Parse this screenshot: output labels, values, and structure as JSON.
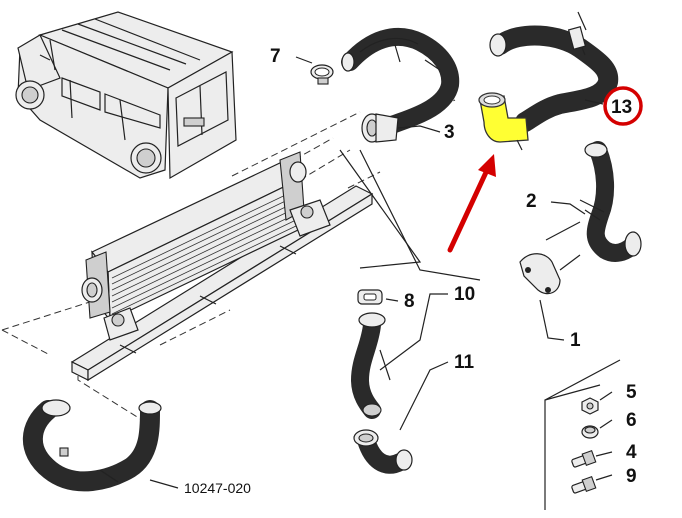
{
  "diagram": {
    "callouts": [
      {
        "id": "7",
        "label": "7"
      },
      {
        "id": "3",
        "label": "3"
      },
      {
        "id": "2",
        "label": "2"
      },
      {
        "id": "1",
        "label": "1"
      },
      {
        "id": "8",
        "label": "8"
      },
      {
        "id": "10",
        "label": "10"
      },
      {
        "id": "11",
        "label": "11"
      },
      {
        "id": "5",
        "label": "5"
      },
      {
        "id": "6",
        "label": "6"
      },
      {
        "id": "4",
        "label": "4"
      },
      {
        "id": "9",
        "label": "9"
      },
      {
        "id": "13",
        "label": "13"
      }
    ],
    "reference_code": "10247-020",
    "highlight": {
      "part": "13",
      "highlight_color": "#ffff33",
      "circle_color": "#d40000",
      "arrow_color": "#d40000"
    }
  }
}
